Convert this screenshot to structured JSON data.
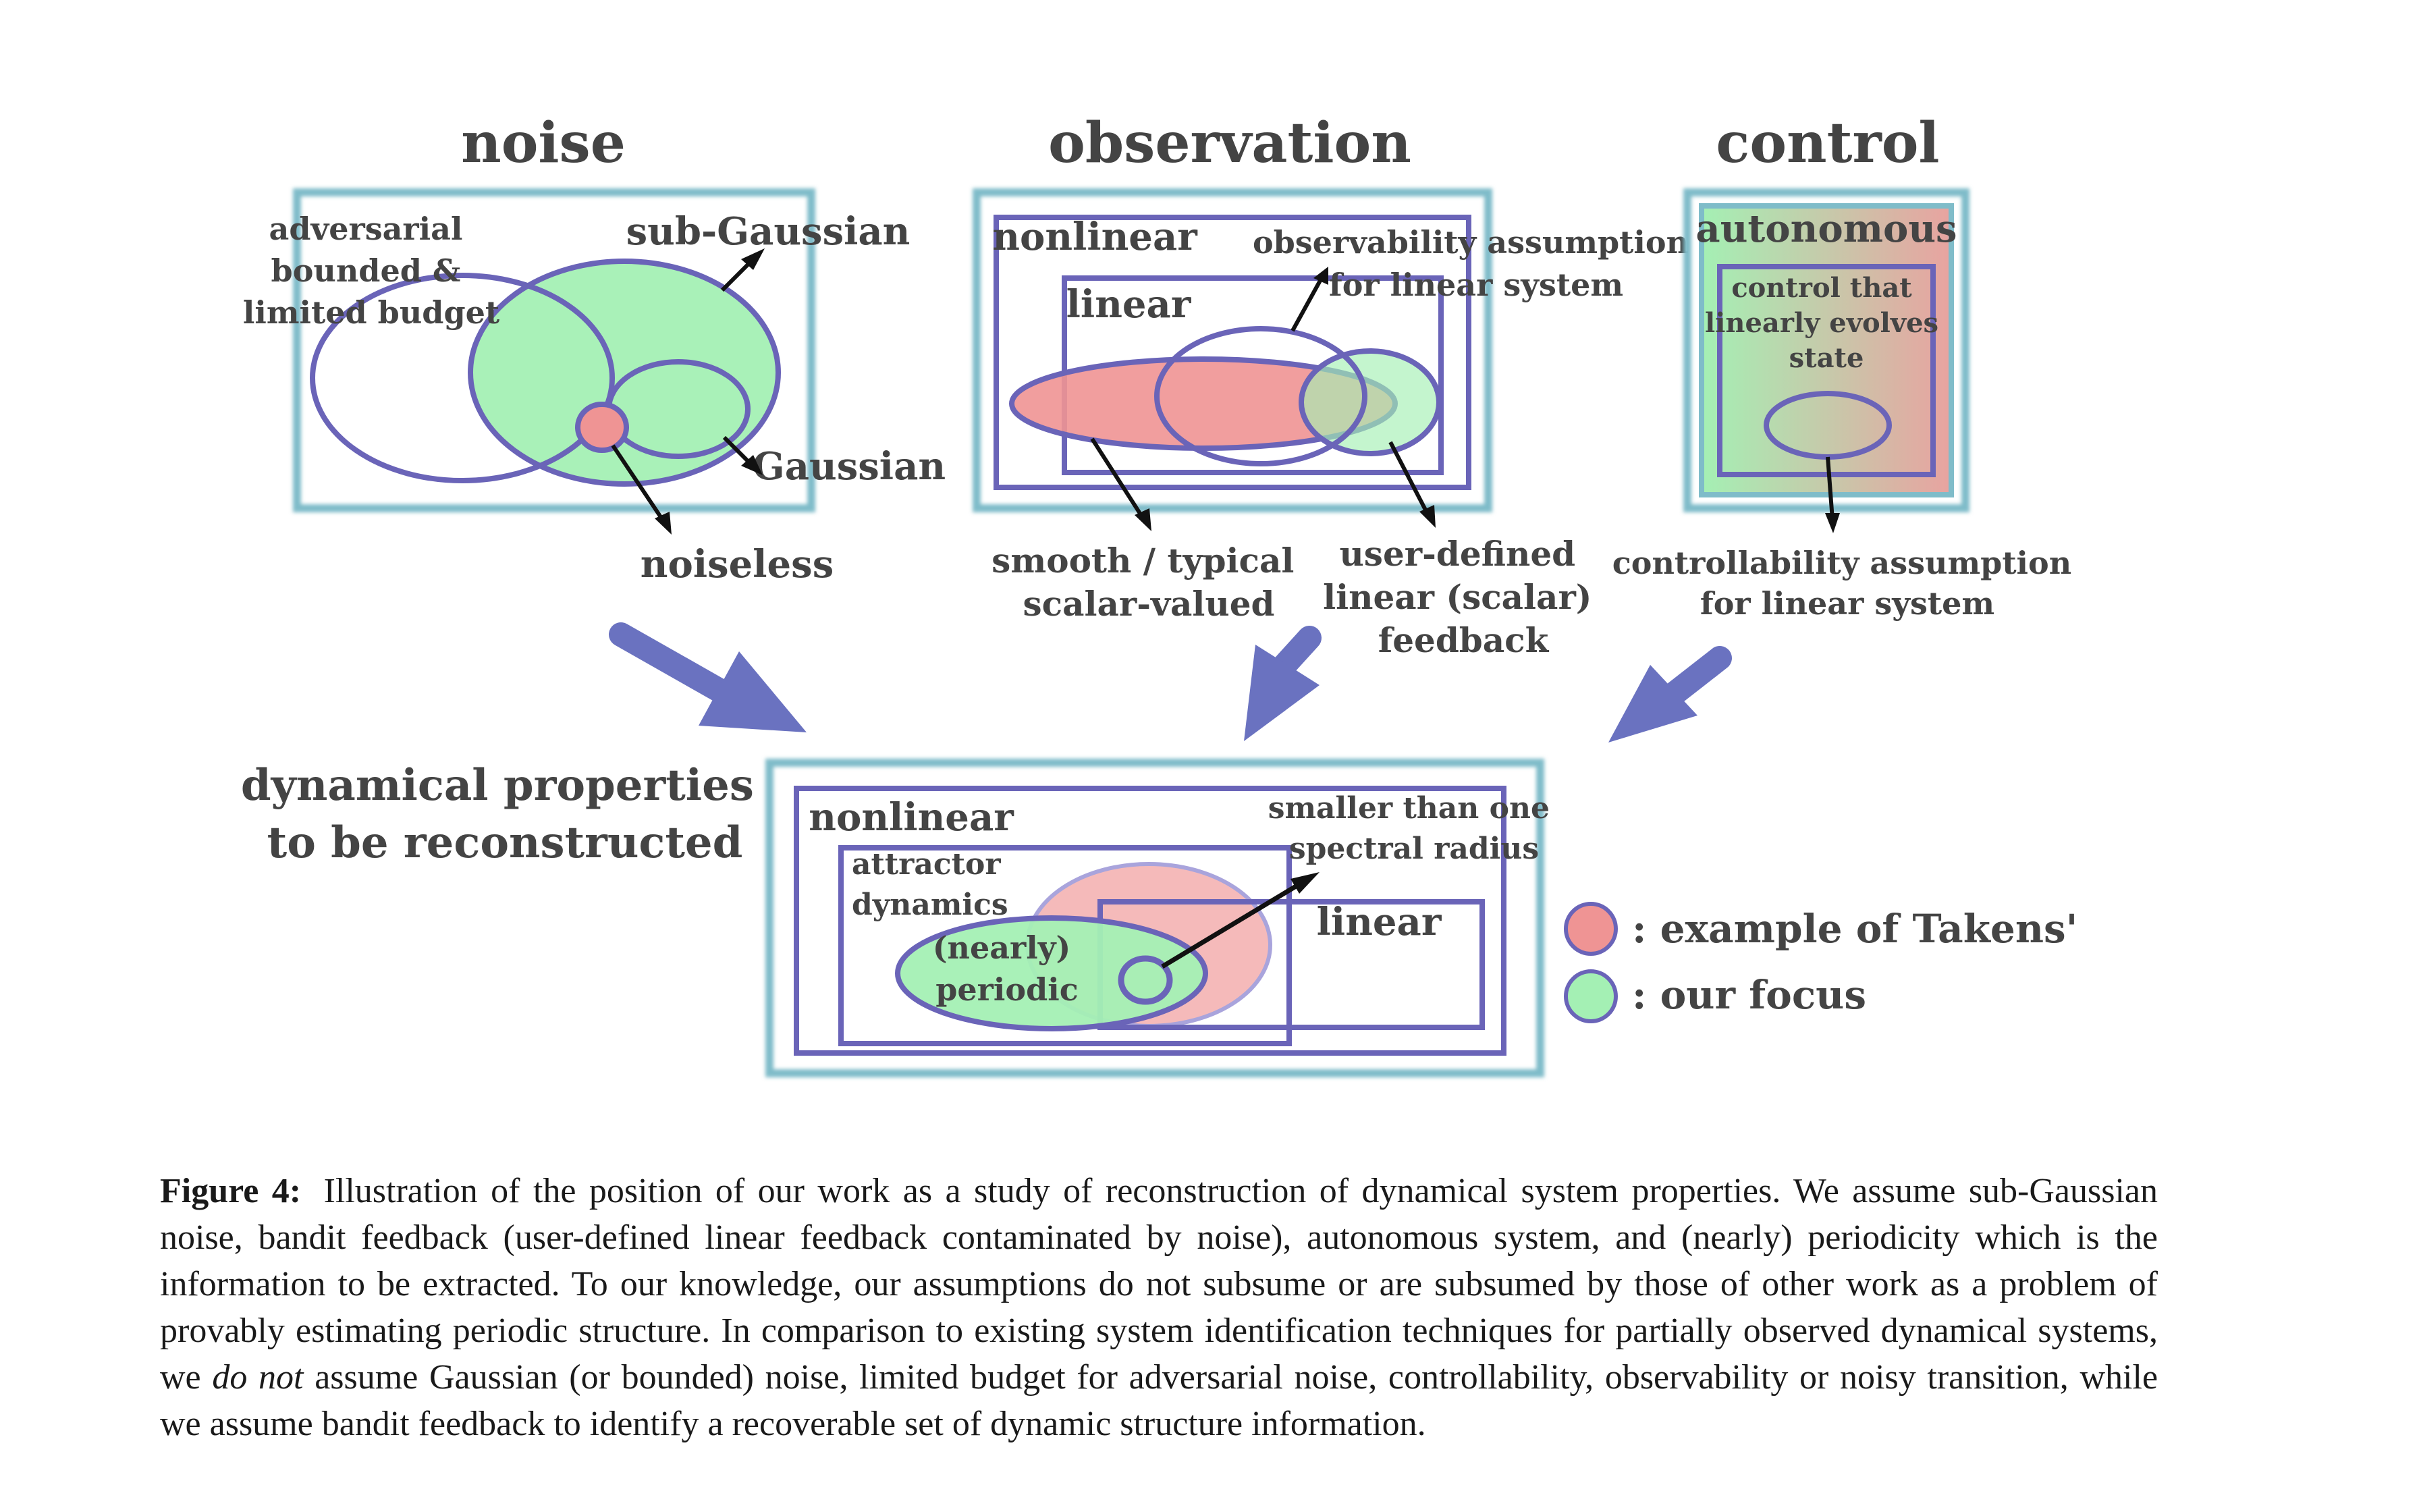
{
  "noise": {
    "title": "noise",
    "adversarial": [
      "adversarial",
      "bounded &",
      "limited budget"
    ],
    "sub_gaussian": "sub-Gaussian",
    "gaussian": "Gaussian",
    "noiseless": "noiseless"
  },
  "observation": {
    "title": "observation",
    "nonlinear": "nonlinear",
    "linear": "linear",
    "observability": [
      "observability assumption",
      "for linear system"
    ],
    "smooth": [
      "smooth / typical",
      "scalar-valued"
    ],
    "user_defined": [
      "user-defined",
      "linear (scalar)",
      "feedback"
    ]
  },
  "control": {
    "title": "control",
    "autonomous": "autonomous",
    "control_that": [
      "control that",
      "linearly evolves",
      "state"
    ],
    "controllability": [
      "controllability assumption",
      "for linear system"
    ]
  },
  "dynamics": {
    "heading": [
      "dynamical properties",
      "to be reconstructed"
    ],
    "nonlinear": "nonlinear",
    "attractor": [
      "attractor",
      "dynamics"
    ],
    "periodic": [
      "(nearly)",
      "periodic"
    ],
    "linear": "linear",
    "spectral": [
      "smaller than one",
      "spectral radius"
    ]
  },
  "legend": {
    "takens": ": example of Takens'",
    "focus": ": our focus"
  },
  "colors": {
    "frame": "#7fbcc9",
    "line": "#6a64b8",
    "green": "#a4f0b4",
    "red": "#ef9494",
    "arrow": "#6a72c0"
  },
  "caption": {
    "label": "Figure 4:",
    "part1": "Illustration of the position of our work as a study of reconstruction of dynamical system properties. We assume sub-Gaussian noise, bandit feedback (user-defined linear feedback contaminated by noise), autonomous system, and (nearly) periodicity which is the information to be extracted. To our knowledge, our assumptions do not subsume or are subsumed by those of other work as a problem of provably estimating periodic structure. In comparison to existing system identification techniques for partially observed dynamical systems, we",
    "emph": "do not",
    "part2": "assume Gaussian (or bounded) noise, limited budget for adversarial noise, controllability, observability or noisy transition, while we assume bandit feedback to identify a recoverable set of dynamic structure information."
  }
}
